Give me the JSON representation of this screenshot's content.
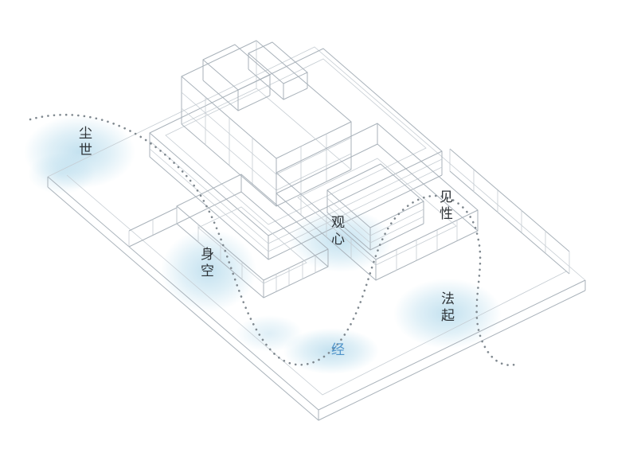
{
  "diagram": {
    "type": "architectural-concept-axonometric-sketch",
    "labels": {
      "chenshi": {
        "text": "尘世"
      },
      "jianxing": {
        "text": "见性"
      },
      "guanxin": {
        "text": "观心"
      },
      "shenkong": {
        "text": "身空"
      },
      "faqi": {
        "text": "法起"
      },
      "jing": {
        "text": "经",
        "color": "#4f93c9"
      }
    },
    "colors": {
      "background": "#ffffff",
      "sketch_line": "#a9b2ba",
      "sketch_line_faint": "#c6cdd3",
      "journey_dots": "#7f888f",
      "watercolor_wash": "#89c4e0",
      "label_text": "#2e3337",
      "accent_blue": "#4f93c9"
    }
  }
}
